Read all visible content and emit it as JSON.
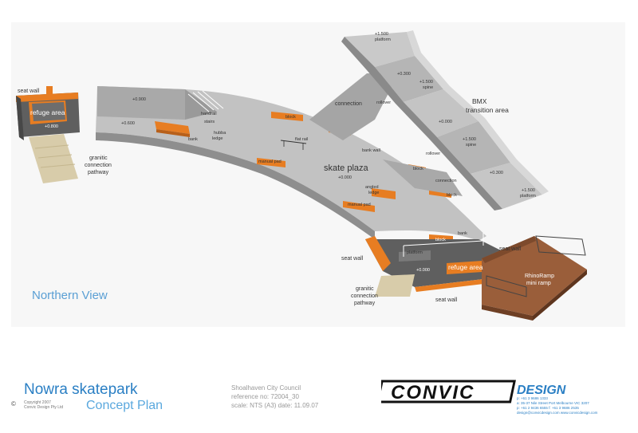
{
  "labels": {
    "seat_wall_nw": "seat wall",
    "refuge_area_w": "refuge area",
    "elev_refuge_w": "+0.800",
    "granitic_w": [
      "granitic",
      "connection",
      "pathway"
    ],
    "elev_0900": "+0.900",
    "elev_0600": "+0.600",
    "handrail": "handrail",
    "stairs": "stairs",
    "bank_w": "bank",
    "hubba_ledge": [
      "hubba",
      "ledge"
    ],
    "block_top": "block",
    "flat_rail": "flat rail",
    "manual_pad_1": "manual pad",
    "skate_plaza": "skate plaza",
    "elev_plaza": "+0.000",
    "angled_ledge": [
      "angled",
      "ledge"
    ],
    "manual_pad_2": "manual pad",
    "connection_1": "connection",
    "rollover_1": "rollover",
    "elev_1500_top": "+1.500",
    "platform_top": "platform",
    "elev_0300": "+0.300",
    "elev_1500_spine1": "+1.500",
    "spine_1": "spine",
    "bmx_title": [
      "BMX",
      "transition area"
    ],
    "elev_bmx_0000": "+0.000",
    "bank_wall": "bank wall",
    "rollover_2": "rollover",
    "elev_1500_spine2": "+1.500",
    "spine_2": "spine",
    "block_mid": "block",
    "connection_2": "connection",
    "elev_0300_b": "+0.300",
    "block_right": "block",
    "elev_1500_bottom": "+1.500",
    "platform_bottom": "platform",
    "bank_s": "bank",
    "block_s": "block",
    "platform_s": "platform",
    "seat_wall_se": "seat wall",
    "seat_wall_s1": "seat wall",
    "elev_south": "+0.000",
    "refuge_area_s": "refuge area",
    "rhino_ramp": [
      "RhinoRamp",
      "mini ramp"
    ],
    "granitic_s": [
      "granitic",
      "connection",
      "pathway"
    ],
    "seat_wall_s2": "seat wall"
  },
  "view_title": "Northern View",
  "footer": {
    "project": "Nowra skatepark",
    "subtitle": "Concept Plan",
    "copyright_symbol": "©",
    "copyright": [
      "Copyright 2007",
      "Convic Design Pty Ltd"
    ],
    "client": "Shoalhaven City Council",
    "reference": "reference no: 72004_30",
    "scale_date": "scale: NTS (A3) date: 11.09.07",
    "logo_left": "CONVIC",
    "logo_right": "DESIGN",
    "contact": [
      "p: +61 3 9686 1333",
      "a: 35-37 Nile Street Port Melbourne VIC 3207",
      "p: +61 2 9436 6555 f: +61 3 9686 2535",
      "design@convicdesign.com   www.convicdesign.com"
    ]
  },
  "colors": {
    "concrete": "#b9b9b9",
    "concrete_dark": "#8e8e8e",
    "concrete_light": "#d3d3d3",
    "orange": "#e77d22",
    "dark_grey": "#5f5f5f",
    "timber": "#9a5e3a",
    "blue": "#2a7fc4"
  }
}
